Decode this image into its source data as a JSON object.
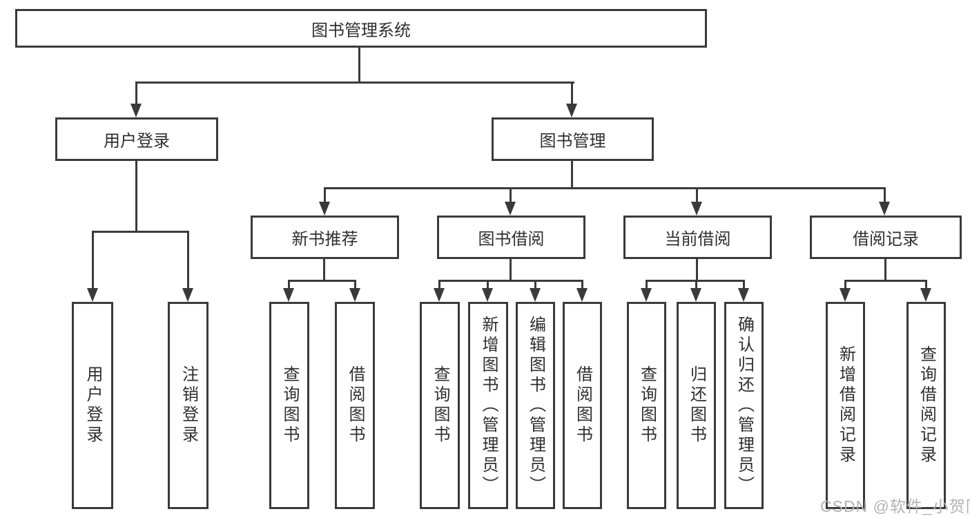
{
  "tree": {
    "root": {
      "label": "图书管理系统",
      "children": [
        {
          "label": "用户登录",
          "children": [
            {
              "label": "用户登录"
            },
            {
              "label": "注销登录"
            }
          ]
        },
        {
          "label": "图书管理",
          "children": [
            {
              "label": "新书推荐",
              "children": [
                {
                  "label": "查询图书"
                },
                {
                  "label": "借阅图书"
                }
              ]
            },
            {
              "label": "图书借阅",
              "children": [
                {
                  "label": "查询图书"
                },
                {
                  "label": "新增图书（管理员）"
                },
                {
                  "label": "编辑图书（管理员）"
                },
                {
                  "label": "借阅图书"
                }
              ]
            },
            {
              "label": "当前借阅",
              "children": [
                {
                  "label": "查询图书"
                },
                {
                  "label": "归还图书"
                },
                {
                  "label": "确认归还（管理员）"
                }
              ]
            },
            {
              "label": "借阅记录",
              "children": [
                {
                  "label": "新增借阅记录"
                },
                {
                  "label": "查询借阅记录"
                }
              ]
            }
          ]
        }
      ]
    }
  },
  "watermark": "CSDN @软件_小贺同学",
  "colors": {
    "line": "#3a3a3a",
    "text": "#2f2f2f",
    "watermark": "#b2b2b2",
    "background": "#ffffff"
  }
}
